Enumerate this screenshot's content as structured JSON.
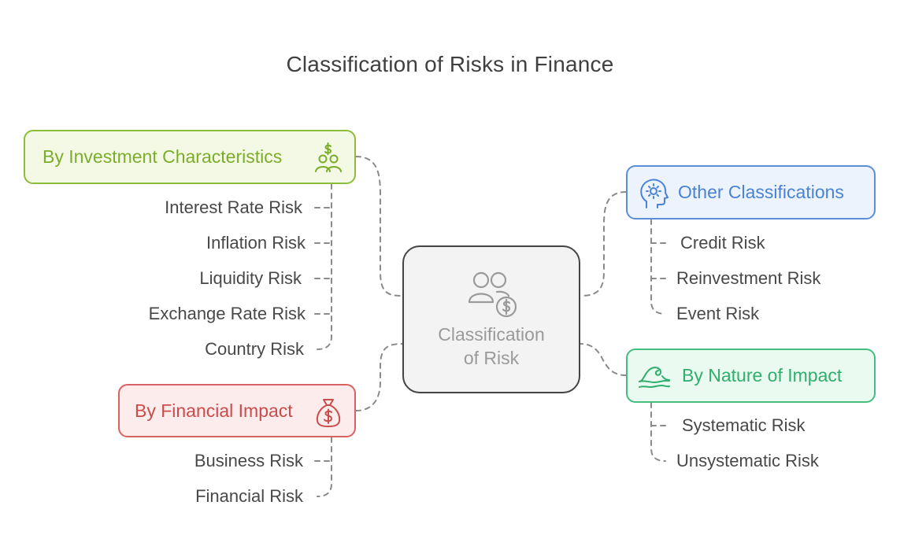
{
  "title": "Classification of Risks in Finance",
  "center": {
    "label_line1": "Classification",
    "label_line2": "of Risk",
    "icon": "users-dollar-icon"
  },
  "branches": {
    "investment": {
      "label": "By Investment Characteristics",
      "icon": "investors-dollar-icon",
      "color": "#8bbd3a",
      "items": [
        "Interest Rate Risk",
        "Inflation Risk",
        "Liquidity Risk",
        "Exchange Rate Risk",
        "Country Risk"
      ]
    },
    "financial": {
      "label": "By Financial Impact",
      "icon": "money-bag-icon",
      "color": "#d86262",
      "items": [
        "Business Risk",
        "Financial Risk"
      ]
    },
    "other": {
      "label": "Other Classifications",
      "icon": "head-gear-icon",
      "color": "#5a8fd8",
      "items": [
        "Credit Risk",
        "Reinvestment Risk",
        "Event Risk"
      ]
    },
    "nature": {
      "label": "By Nature of Impact",
      "icon": "wave-icon",
      "color": "#44bd7f",
      "items": [
        "Systematic Risk",
        "Unsystematic Risk"
      ]
    }
  }
}
